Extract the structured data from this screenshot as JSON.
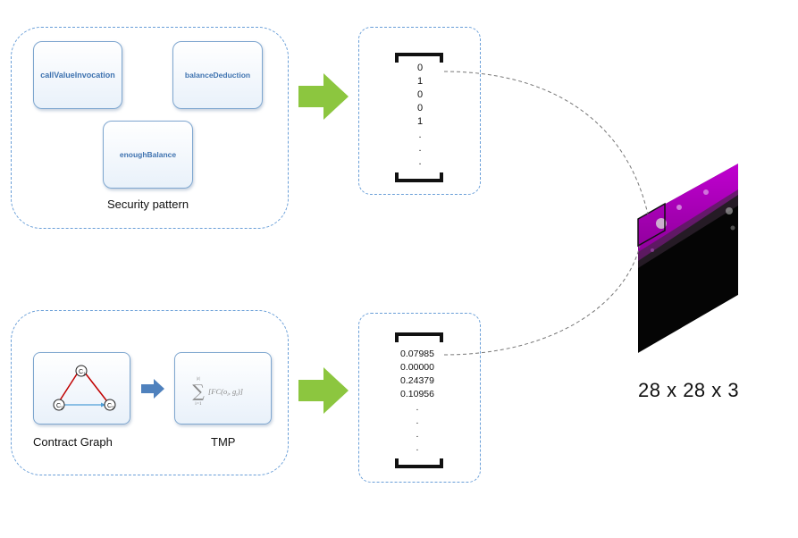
{
  "security_pattern": {
    "caption": "Security pattern",
    "nodes": [
      "callValueInvocation",
      "balanceDeduction",
      "enoughBalance"
    ],
    "vector": [
      "0",
      "1",
      "0",
      "0",
      "1",
      ".",
      ".",
      "."
    ]
  },
  "contract_graph": {
    "caption": "Contract Graph",
    "node_labels": [
      "C",
      "C",
      "C"
    ],
    "node_subscripts": [
      "1",
      "2",
      "3"
    ],
    "tmp_caption": "TMP",
    "formula": {
      "upper": "|ε|",
      "lower": "i=1",
      "body": "[FC(o",
      "sub_o": "i",
      "mid": ", g",
      "sub_g": "t",
      "end": ")]"
    },
    "vector": [
      "0.07985",
      "0.00000",
      "0.24379",
      "0.10956",
      ".",
      ".",
      ".",
      "."
    ]
  },
  "output": {
    "dims": "28 x 28 x 3"
  },
  "colors": {
    "dash_border": "#6a9fd8",
    "arrow_green": "#8cc63f",
    "arrow_blue": "#4f81bd",
    "edge_red": "#c00000",
    "edge_blue": "#4f9fd8",
    "image_magenta": "#b000c0"
  }
}
